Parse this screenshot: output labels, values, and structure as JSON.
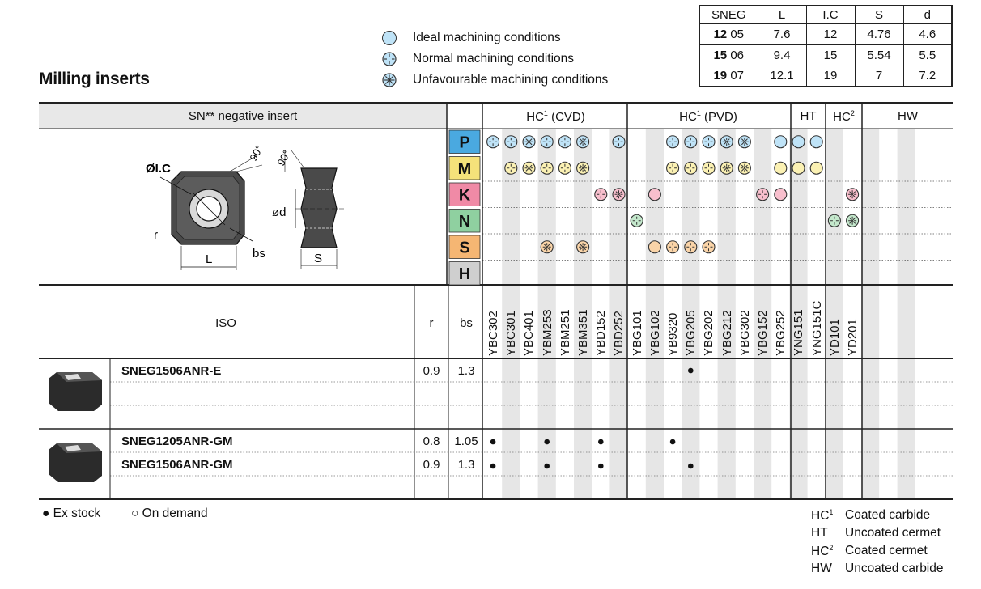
{
  "title": "Milling inserts",
  "legend": [
    {
      "label": "Ideal machining conditions",
      "icon": "ideal-circle-icon",
      "color": "#bfe3f7"
    },
    {
      "label": "Normal machining conditions",
      "icon": "normal-circle-icon",
      "color": "#bfe3f7"
    },
    {
      "label": "Unfavourable machining conditions",
      "icon": "unfavourable-circle-icon",
      "color": "#bfe3f7"
    }
  ],
  "sneg_table": {
    "headers": [
      "SNEG",
      "L",
      "I.C",
      "S",
      "d"
    ],
    "rows": [
      {
        "code_bold": "12",
        "code": "05",
        "L": "7.6",
        "IC": "12",
        "S": "4.76",
        "d": "4.6"
      },
      {
        "code_bold": "15",
        "code": "06",
        "L": "9.4",
        "IC": "15",
        "S": "5.54",
        "d": "5.5"
      },
      {
        "code_bold": "19",
        "code": "07",
        "L": "12.1",
        "IC": "19",
        "S": "7",
        "d": "7.2"
      }
    ]
  },
  "insert_header": "SN** negative insert",
  "drawing_labels": {
    "ic": "ØI.C",
    "angle1": "90°",
    "angle2": "90°",
    "d": "ød",
    "r": "r",
    "L": "L",
    "bs": "bs",
    "S": "S"
  },
  "groups": [
    {
      "label": "HC",
      "sup": "1",
      "suffix": " (CVD)"
    },
    {
      "label": "HC",
      "sup": "1",
      "suffix": " (PVD)"
    },
    {
      "label": "HT",
      "sup": "",
      "suffix": ""
    },
    {
      "label": "HC",
      "sup": "2",
      "suffix": ""
    },
    {
      "label": "HW",
      "sup": "",
      "suffix": ""
    }
  ],
  "materials": [
    {
      "letter": "P",
      "color": "#4aa9e0"
    },
    {
      "letter": "M",
      "color": "#f5e27a"
    },
    {
      "letter": "K",
      "color": "#f08aa6"
    },
    {
      "letter": "N",
      "color": "#8fd0a0"
    },
    {
      "letter": "S",
      "color": "#f5b673"
    },
    {
      "letter": "H",
      "color": "#cfcfcf"
    }
  ],
  "material_fills": {
    "P": "#bfe3f7",
    "M": "#fbf1b3",
    "K": "#f8bfcd",
    "N": "#c4e8cc",
    "S": "#fad4a8",
    "H": "#e5e5e5"
  },
  "grades": [
    "YBC302",
    "YBC301",
    "YBC401",
    "YBM253",
    "YBM251",
    "YBM351",
    "YBD152",
    "YBD252",
    "YBG101",
    "YBG102",
    "YB9320",
    "YBG205",
    "YBG202",
    "YBG212",
    "YBG302",
    "YBG152",
    "YBG252",
    "YNG151",
    "YNG151C",
    "YD101",
    "YD201"
  ],
  "suitability": {
    "P": [
      "normal",
      "normal",
      "unfavourable",
      "normal",
      "normal",
      "unfavourable",
      "",
      "normal",
      "",
      "",
      "normal",
      "normal",
      "normal",
      "unfavourable",
      "unfavourable",
      "",
      "ideal",
      "ideal",
      "ideal",
      "",
      ""
    ],
    "M": [
      "",
      "normal",
      "unfavourable",
      "normal",
      "normal",
      "unfavourable",
      "",
      "",
      "",
      "",
      "normal",
      "normal",
      "normal",
      "unfavourable",
      "unfavourable",
      "",
      "ideal",
      "ideal",
      "ideal",
      "",
      ""
    ],
    "K": [
      "",
      "",
      "",
      "",
      "",
      "",
      "normal",
      "unfavourable",
      "",
      "ideal",
      "",
      "",
      "",
      "",
      "",
      "normal",
      "ideal",
      "",
      "",
      "",
      "unfavourable"
    ],
    "N": [
      "",
      "",
      "",
      "",
      "",
      "",
      "",
      "",
      "normal",
      "",
      "",
      "",
      "",
      "",
      "",
      "",
      "",
      "",
      "",
      "normal",
      "unfavourable"
    ],
    "S": [
      "",
      "",
      "",
      "unfavourable",
      "",
      "unfavourable",
      "",
      "",
      "",
      "ideal",
      "normal",
      "normal",
      "normal",
      "",
      "",
      "",
      "",
      "",
      "",
      "",
      ""
    ],
    "H": [
      "",
      "",
      "",
      "",
      "",
      "",
      "",
      "",
      "",
      "",
      "",
      "",
      "",
      "",
      "",
      "",
      "",
      "",
      "",
      "",
      ""
    ]
  },
  "iso_header": {
    "iso": "ISO",
    "r": "r",
    "bs": "bs"
  },
  "products": [
    {
      "iso": "SNEG1506ANR-E",
      "r": "0.9",
      "bs": "1.3",
      "stock": [
        11
      ]
    },
    {
      "iso": "SNEG1205ANR-GM",
      "r": "0.8",
      "bs": "1.05",
      "stock": [
        0,
        3,
        6,
        10
      ]
    },
    {
      "iso": "SNEG1506ANR-GM",
      "r": "0.9",
      "bs": "1.3",
      "stock": [
        0,
        3,
        6,
        11
      ]
    }
  ],
  "footer": {
    "ex_stock": "● Ex stock",
    "on_demand": "○ On demand"
  },
  "grade_legend": [
    {
      "code": "HC",
      "sup": "1",
      "desc": "Coated carbide"
    },
    {
      "code": "HT",
      "sup": "",
      "desc": "Uncoated cermet"
    },
    {
      "code": "HC",
      "sup": "2",
      "desc": "Coated cermet"
    },
    {
      "code": "HW",
      "sup": "",
      "desc": "Uncoated carbide"
    }
  ]
}
